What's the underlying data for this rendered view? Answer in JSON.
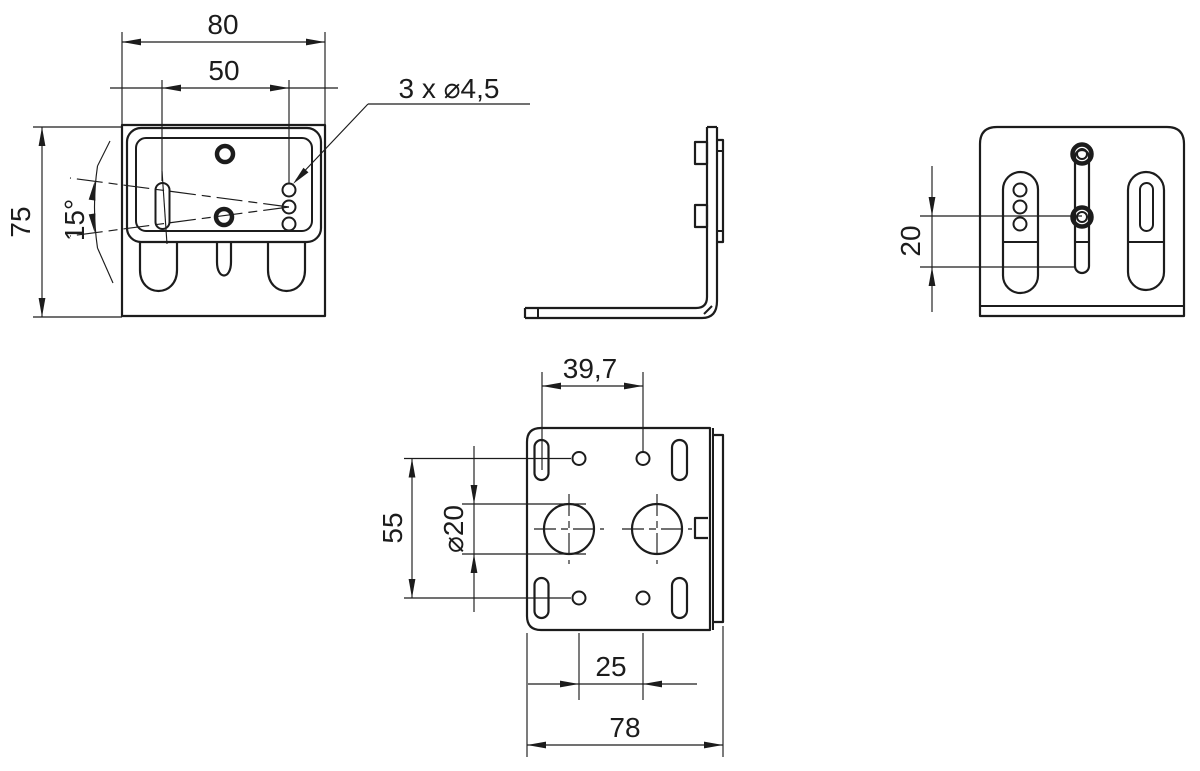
{
  "drawing": {
    "title": "mounting-bracket-dimensional-drawing",
    "line_color": "#1c1c1c",
    "background": "#ffffff",
    "front_view": {
      "dim_outer_width": "80",
      "dim_hole_spacing": "50",
      "dim_height": "75",
      "dim_swivel_angle": "15°",
      "callout_holes": "3 x ⌀4,5"
    },
    "rear_view": {
      "dim_slot_offset": "20"
    },
    "bottom_view": {
      "dim_hole_offset": "39,7",
      "dim_row_spacing": "55",
      "dim_bore_diameter": "⌀20",
      "dim_hole_pitch": "25",
      "dim_base_width": "78"
    }
  }
}
